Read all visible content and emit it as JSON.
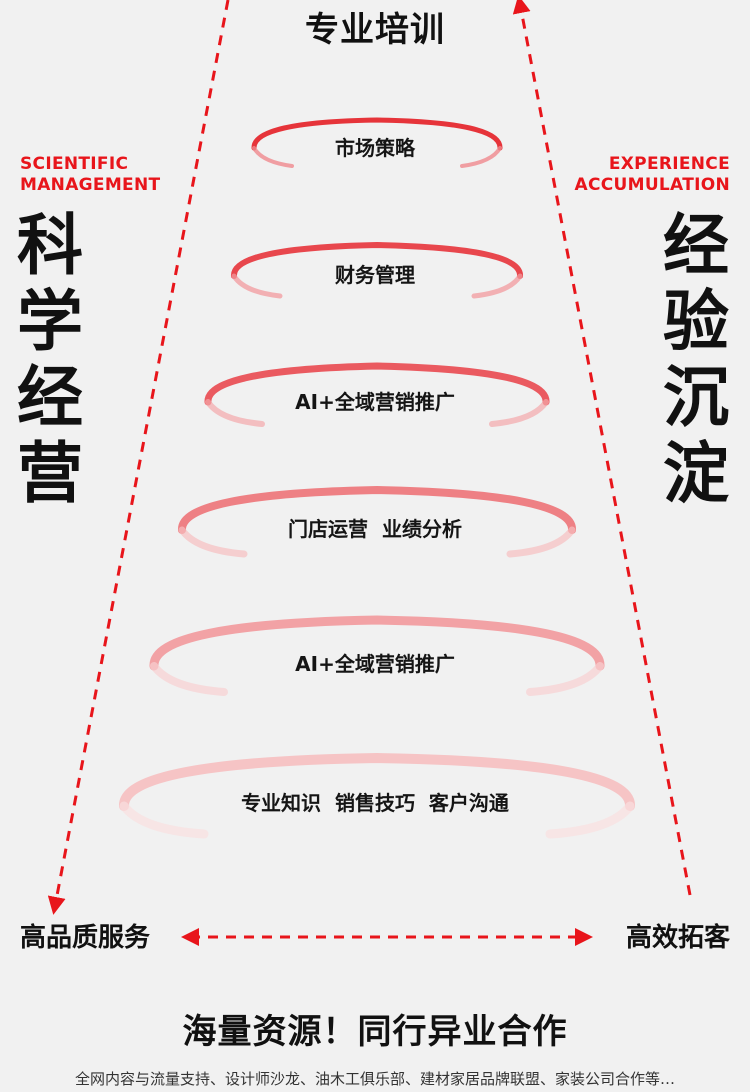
{
  "top_title": "专业培训",
  "left": {
    "english": "SCIENTIFIC\nMANAGEMENT",
    "chars": [
      "科",
      "学",
      "经",
      "营"
    ]
  },
  "right": {
    "english": "EXPERIENCE\nACCUMULATION",
    "chars": [
      "经",
      "验",
      "沉",
      "淀"
    ]
  },
  "tiers": [
    {
      "label": "市场策略"
    },
    {
      "label": "财务管理"
    },
    {
      "label": "AI+全域营销推广"
    },
    {
      "label": "门店运营  业绩分析"
    },
    {
      "label": "AI+全域营销推广"
    },
    {
      "label": "专业知识  销售技巧  客户沟通"
    }
  ],
  "bottom": {
    "left_label": "高品质服务",
    "right_label": "高效拓客"
  },
  "headline": "海量资源！同行异业合作",
  "subline": "全网内容与流量支持、设计师沙龙、油木工俱乐部、建材家居品牌联盟、家装公司合作等…",
  "colors": {
    "accent": "#e8151b",
    "ring_strong": "#e8323a",
    "ring_light": "#f4b6b8",
    "background": "#f1f1f1"
  }
}
